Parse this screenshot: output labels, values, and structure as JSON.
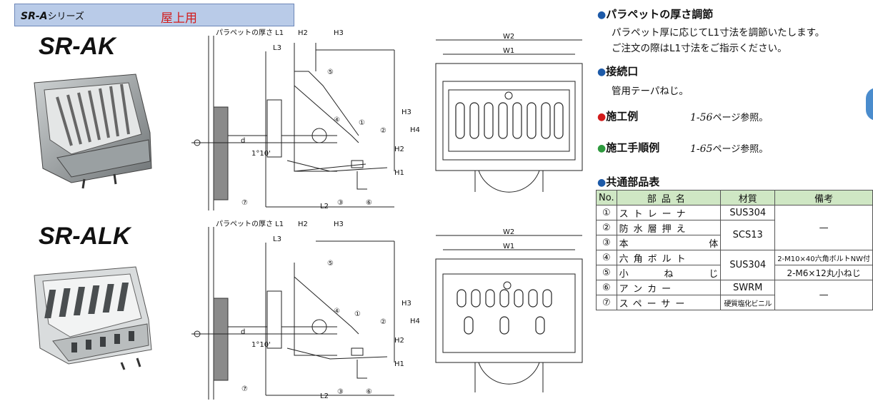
{
  "header": {
    "series": "SR-A",
    "series_suffix": "シリーズ",
    "use": "屋上用"
  },
  "models": [
    {
      "name": "SR-AK"
    },
    {
      "name": "SR-ALK"
    }
  ],
  "drawing": {
    "labels": {
      "parapet": "パラペットの厚さ L1",
      "L2": "L2",
      "L3": "L3",
      "H1": "H1",
      "H2": "H2",
      "H3": "H3",
      "H4": "H4",
      "W1": "W1",
      "W2": "W2",
      "d": "d",
      "angle": "1°10'"
    },
    "callouts": [
      "①",
      "②",
      "③",
      "④",
      "⑤",
      "⑥",
      "⑦"
    ]
  },
  "info": {
    "bullet": "●",
    "s1_title": "パラペットの厚さ調節",
    "s1_line1": "パラペット厚に応じてL1寸法を調節いたします。",
    "s1_line2": "ご注文の際はL1寸法をご指示ください。",
    "s2_title": "接続口",
    "s2_line1": "管用テーパねじ。",
    "s3_title": "施工例",
    "s3_ref_num": "1-56",
    "s3_ref_unit": "ページ参照。",
    "s4_title": "施工手順例",
    "s4_ref_num": "1-65",
    "s4_ref_unit": "ページ参照。",
    "s5_title": "共通部品表"
  },
  "colors": {
    "bullet_blue": "#1d5aa8",
    "bullet_red": "#d21b1b",
    "bullet_green": "#2e9a3e",
    "table_head": "#cfe7c4"
  },
  "table": {
    "headers": [
      "No.",
      "部品名",
      "材質",
      "備考"
    ],
    "rows": [
      {
        "no": "①",
        "name": "ストレーナ"
      },
      {
        "no": "②",
        "name": "防水層押え"
      },
      {
        "no": "③",
        "name": "本体"
      },
      {
        "no": "④",
        "name": "六角ボルト"
      },
      {
        "no": "⑤",
        "name": "小ねじ"
      },
      {
        "no": "⑥",
        "name": "アンカー"
      },
      {
        "no": "⑦",
        "name": "スペーサー"
      }
    ],
    "material": {
      "m1": "SUS304",
      "m2": "SCS13",
      "m3": "SUS304",
      "m4": "SWRM",
      "m5": "硬質塩化ビニル"
    },
    "remarks": {
      "r1": "—",
      "r2": "2-M10×40六角ボルトNW付",
      "r3": "2-M6×12丸小ねじ",
      "r4": "—"
    }
  }
}
